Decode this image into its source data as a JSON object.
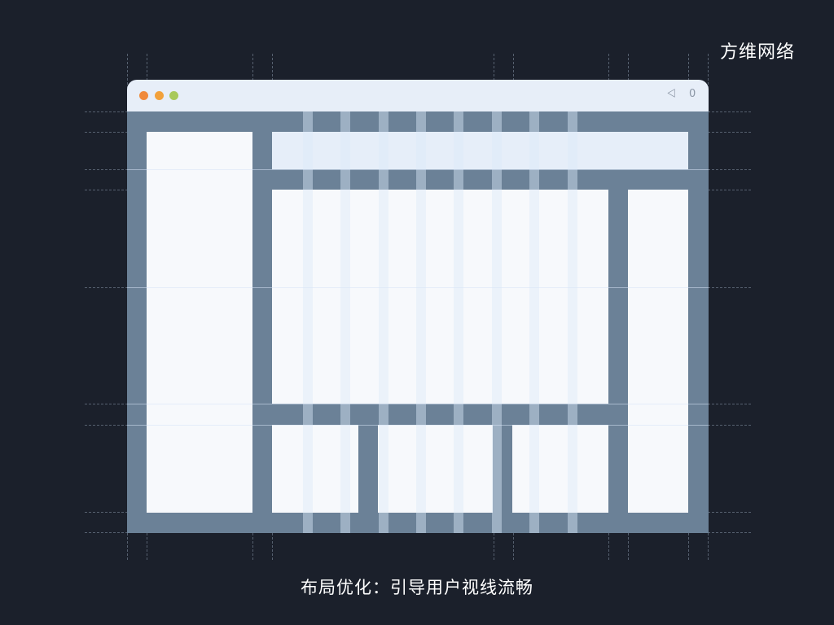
{
  "brand": "方维网络",
  "caption": "布局优化：引导用户视线流畅",
  "browser": {
    "traffic_lights": [
      "#f08a3c",
      "#f2a13b",
      "#a8c95a"
    ],
    "right_icons": [
      "share-icon",
      "counter-icon"
    ],
    "counter_text": "0"
  },
  "layout_blocks": [
    "sidebar-left",
    "header-bar",
    "main-content",
    "card-1",
    "card-2",
    "card-3",
    "sidebar-right"
  ]
}
